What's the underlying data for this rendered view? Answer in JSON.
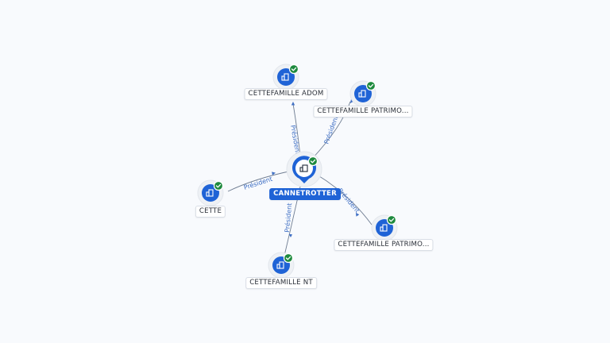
{
  "graph": {
    "center": {
      "label": "CANNETROTTER"
    },
    "relation_label": "Président",
    "nodes": [
      {
        "id": "n1",
        "label": "CETTEFAMILLE ADOM"
      },
      {
        "id": "n2",
        "label": "CETTEFAMILLE PATRIMO..."
      },
      {
        "id": "n3",
        "label": "CETTE"
      },
      {
        "id": "n4",
        "label": "CETTEFAMILLE PATRIMO..."
      },
      {
        "id": "n5",
        "label": "CETTEFAMILLE NT"
      }
    ]
  },
  "colors": {
    "node": "#1f63d6",
    "verified_badge": "#1e8a3e",
    "edge_label": "#3f6fc4"
  },
  "icons": {
    "node": "building-icon",
    "badge": "check-icon"
  }
}
